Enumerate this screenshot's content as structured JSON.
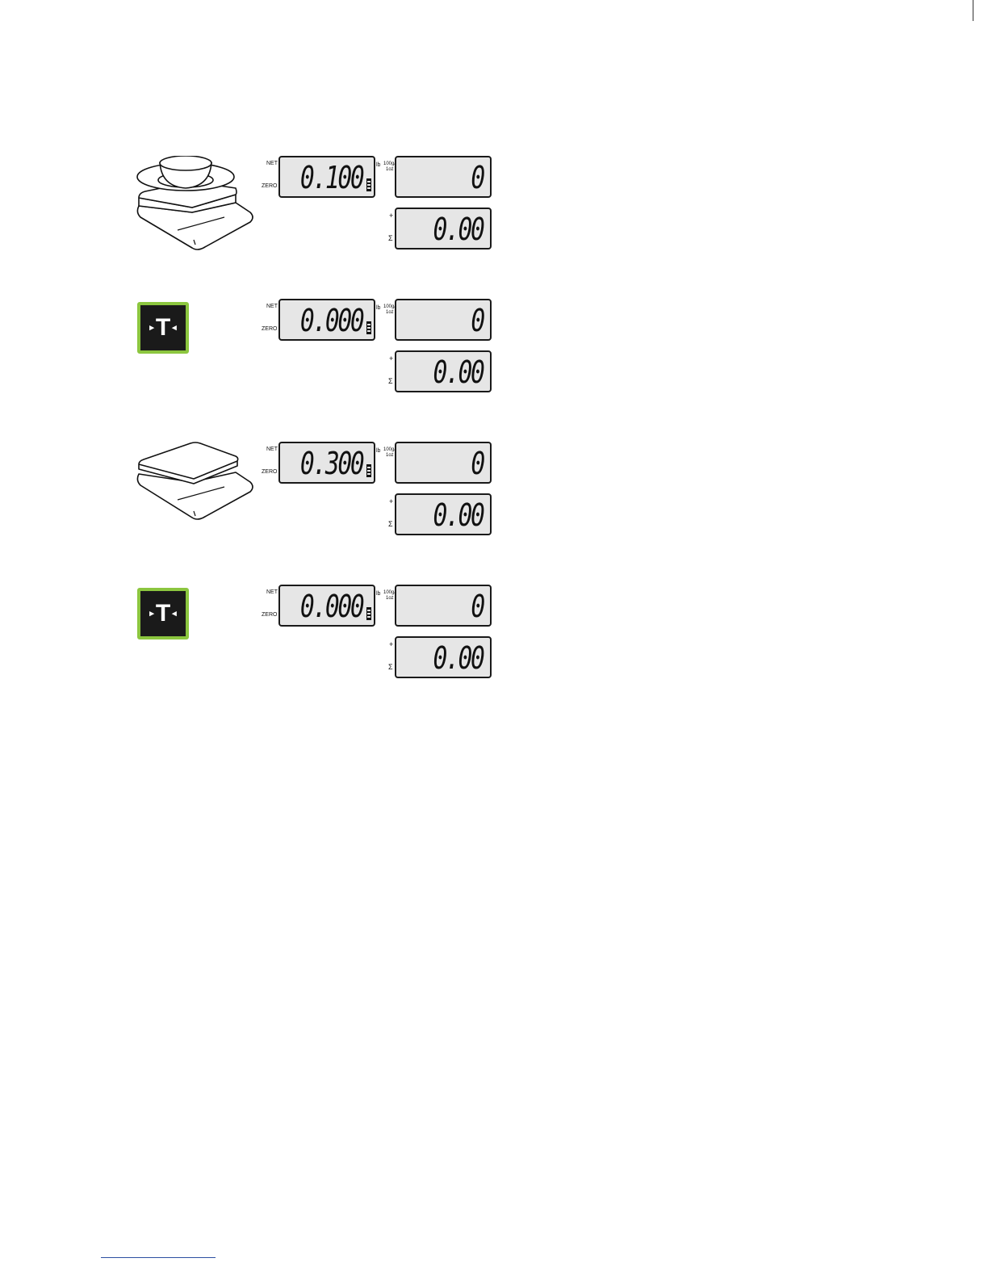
{
  "labels": {
    "net": "NET",
    "zero": "ZERO",
    "unit_lb": "lb",
    "unit_100g": "100g/",
    "unit_1oz": "1oz",
    "plus": "+",
    "sigma": "Σ",
    "tare_letter": "T",
    "tare_arrow_left": "▸",
    "tare_arrow_right": "◂",
    "indicator": "◂",
    "indicator_mid": "–"
  },
  "icons": {
    "scale_with_bowl": "scale-with-bowl-icon",
    "scale_empty": "scale-icon",
    "tare_button": "tare-button-icon"
  },
  "colors": {
    "tare_border": "#8cc63f",
    "tare_fill": "#1a1a1a",
    "lcd_bg": "#e6e6e6"
  },
  "steps": [
    {
      "illustration": "scale-with-bowl",
      "weight": "0.100",
      "price": "0",
      "total": "0.00",
      "net_indicator": "◂",
      "mid_indicator": "",
      "zero_indicator": "◂"
    },
    {
      "illustration": "tare-button",
      "weight": "0.000",
      "price": "0",
      "total": "0.00",
      "net_indicator": "◂",
      "mid_indicator": "",
      "zero_indicator": "◂"
    },
    {
      "illustration": "scale",
      "weight": "0.300",
      "price": "0",
      "total": "0.00",
      "net_indicator": "◂",
      "mid_indicator": "–",
      "zero_indicator": "◂"
    },
    {
      "illustration": "tare-button",
      "weight": "0.000",
      "price": "0",
      "total": "0.00",
      "net_indicator": "",
      "mid_indicator": "",
      "zero_indicator": "◂"
    }
  ]
}
